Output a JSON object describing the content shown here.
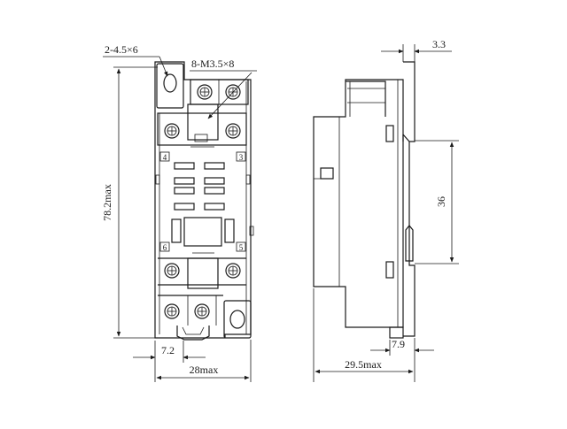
{
  "front_view": {
    "mount_hole_label": "2-4.5×6",
    "screw_label": "8-M3.5×8",
    "height_label": "78.2max",
    "offset_label": "7.2",
    "width_label": "28max",
    "terminal_numbers": [
      "4",
      "3",
      "6",
      "5"
    ]
  },
  "side_view": {
    "top_offset_label": "3.3",
    "rail_pitch_label": "36",
    "bottom_offset_label": "7.9",
    "depth_label": "29.5max"
  },
  "colors": {
    "line": "#1a1a1a",
    "background": "#ffffff"
  }
}
